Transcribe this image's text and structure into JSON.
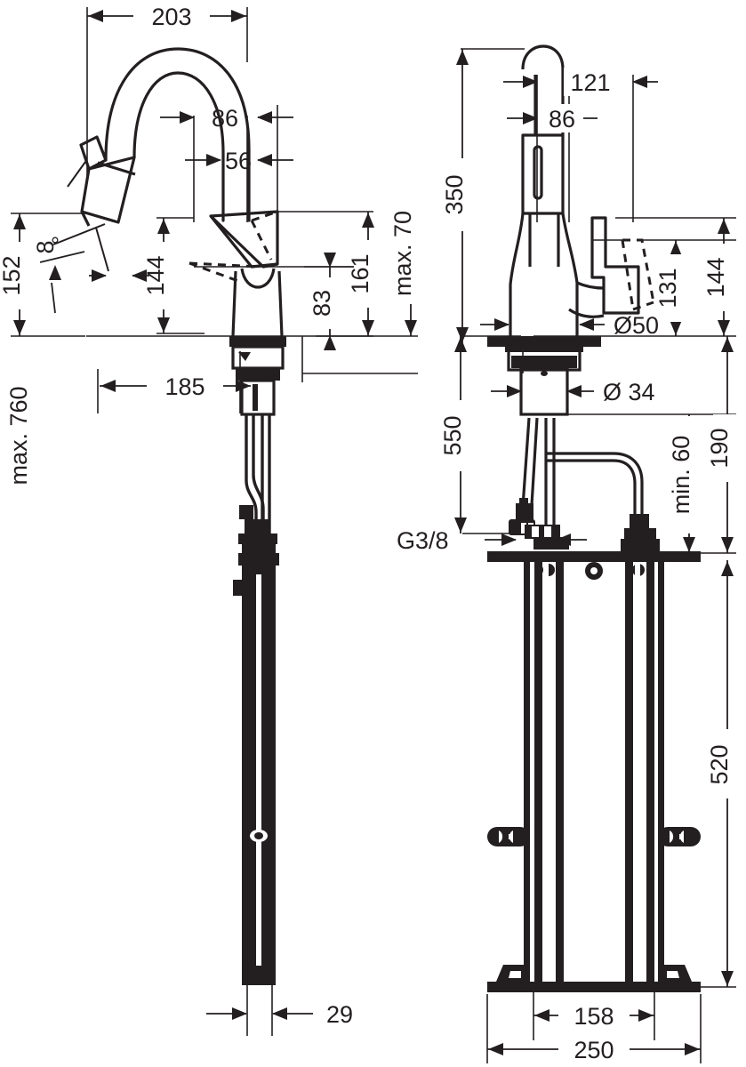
{
  "drawing": {
    "title": "Kitchen mixer tap technical dimension drawing",
    "units": "mm",
    "line_color": "#231f20",
    "background": "#ffffff"
  },
  "views": {
    "left": {
      "name": "front-view",
      "label": ""
    },
    "right": {
      "name": "side-view",
      "label": ""
    }
  },
  "dimensions": {
    "d203": "203",
    "d86_left": "86",
    "d56": "56",
    "d152": "152",
    "d8deg": "8",
    "deg_symbol": "°",
    "d144_left": "144",
    "d83": "83",
    "d161": "161",
    "dmax70": "max. 70",
    "dmax760": "max. 760",
    "d185": "185",
    "d29": "29",
    "d350": "350",
    "d121": "121",
    "d86_right": "86",
    "d131": "131",
    "d144_right": "144",
    "dia50": "Ø50",
    "dia34": "Ø 34",
    "d550": "550",
    "g38": "G3/8",
    "dmin60": "min. 60",
    "d190": "190",
    "d520": "520",
    "d158": "158",
    "d250": "250"
  }
}
